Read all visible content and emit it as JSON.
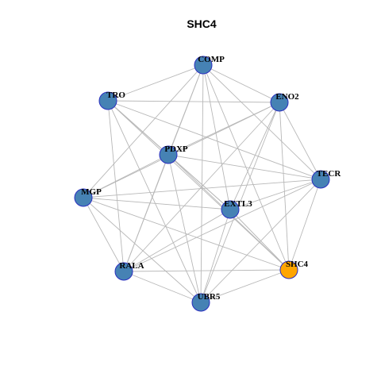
{
  "title": "SHC4",
  "colors": {
    "node_fill": "#4682b4",
    "highlight_fill": "#ffa500",
    "node_border": "#2b2fc0",
    "edge": "#b8b8b8"
  },
  "network": {
    "highlight": "SHC4",
    "nodes": [
      {
        "id": "COMP",
        "label": "COMP"
      },
      {
        "id": "ENO2",
        "label": "ENO2"
      },
      {
        "id": "TECR",
        "label": "TECR"
      },
      {
        "id": "SHC4",
        "label": "SHC4"
      },
      {
        "id": "UBR5",
        "label": "UBR5"
      },
      {
        "id": "RALA",
        "label": "RALA"
      },
      {
        "id": "MGP",
        "label": "MGP"
      },
      {
        "id": "TRO",
        "label": "TRO"
      },
      {
        "id": "PDXP",
        "label": "PDXP"
      },
      {
        "id": "EXTL3",
        "label": "EXTL3"
      }
    ],
    "edges": [
      [
        "COMP",
        "TRO"
      ],
      [
        "COMP",
        "ENO2"
      ],
      [
        "COMP",
        "PDXP"
      ],
      [
        "COMP",
        "MGP"
      ],
      [
        "COMP",
        "EXTL3"
      ],
      [
        "COMP",
        "SHC4"
      ],
      [
        "COMP",
        "UBR5"
      ],
      [
        "COMP",
        "RALA"
      ],
      [
        "COMP",
        "TECR"
      ],
      [
        "TRO",
        "ENO2"
      ],
      [
        "TRO",
        "PDXP"
      ],
      [
        "TRO",
        "EXTL3"
      ],
      [
        "TRO",
        "SHC4"
      ],
      [
        "TRO",
        "RALA"
      ],
      [
        "TRO",
        "UBR5"
      ],
      [
        "TRO",
        "TECR"
      ],
      [
        "ENO2",
        "PDXP"
      ],
      [
        "ENO2",
        "MGP"
      ],
      [
        "ENO2",
        "EXTL3"
      ],
      [
        "ENO2",
        "TECR"
      ],
      [
        "ENO2",
        "SHC4"
      ],
      [
        "ENO2",
        "UBR5"
      ],
      [
        "ENO2",
        "RALA"
      ],
      [
        "PDXP",
        "MGP"
      ],
      [
        "PDXP",
        "EXTL3"
      ],
      [
        "PDXP",
        "SHC4"
      ],
      [
        "PDXP",
        "RALA"
      ],
      [
        "PDXP",
        "UBR5"
      ],
      [
        "PDXP",
        "TECR"
      ],
      [
        "MGP",
        "EXTL3"
      ],
      [
        "MGP",
        "TECR"
      ],
      [
        "MGP",
        "RALA"
      ],
      [
        "MGP",
        "UBR5"
      ],
      [
        "MGP",
        "SHC4"
      ],
      [
        "TECR",
        "EXTL3"
      ],
      [
        "TECR",
        "SHC4"
      ],
      [
        "TECR",
        "UBR5"
      ],
      [
        "TECR",
        "RALA"
      ],
      [
        "EXTL3",
        "RALA"
      ],
      [
        "EXTL3",
        "UBR5"
      ],
      [
        "EXTL3",
        "SHC4"
      ],
      [
        "RALA",
        "UBR5"
      ],
      [
        "RALA",
        "SHC4"
      ],
      [
        "UBR5",
        "SHC4"
      ]
    ]
  }
}
